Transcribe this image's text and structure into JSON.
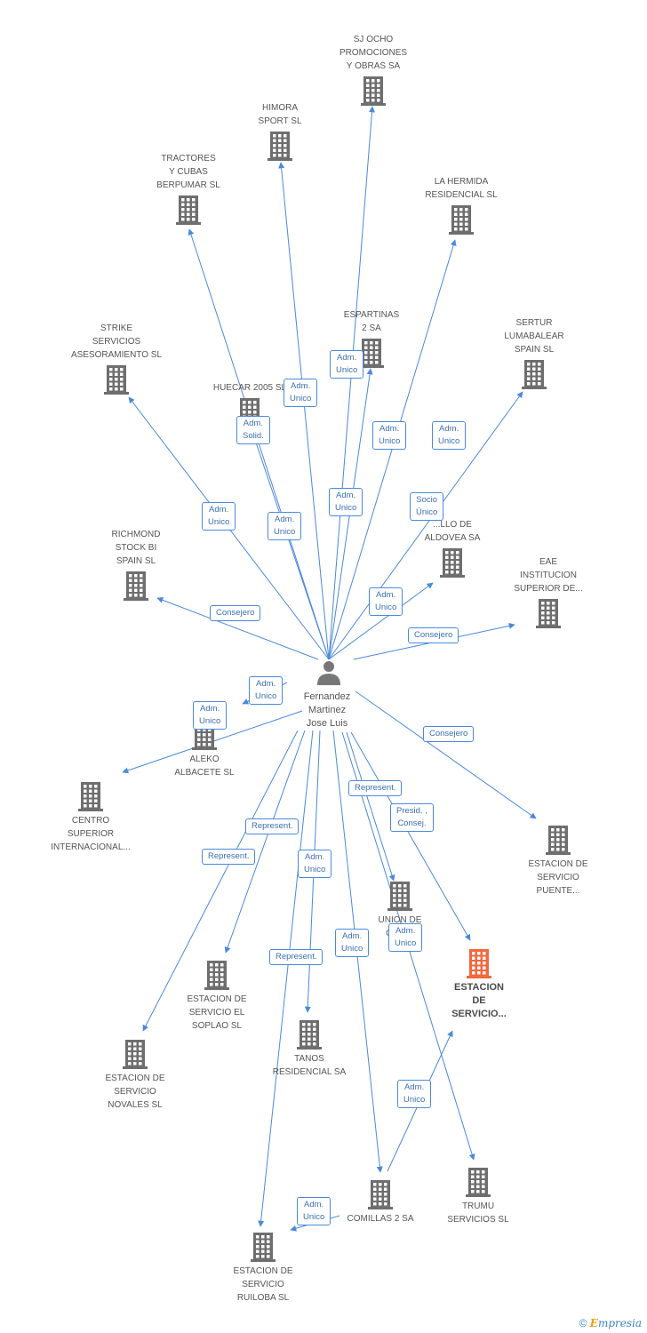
{
  "colors": {
    "edge": "#4a89dc",
    "building": "#6e6e6e",
    "highlight": "#f2683c",
    "person": "#777777"
  },
  "center": {
    "name": "Fernandez\nMartinez\nJose Luis",
    "icon": "person-icon"
  },
  "nodes": [
    {
      "id": "sj_ocho",
      "label": "SJ OCHO\nPROMOCIONES\nY OBRAS SA"
    },
    {
      "id": "himora",
      "label": "HIMORA\nSPORT  SL"
    },
    {
      "id": "tractores",
      "label": "TRACTORES\nY CUBAS\nBERPUMAR SL"
    },
    {
      "id": "la_hermida",
      "label": "LA HERMIDA\nRESIDENCIAL SL"
    },
    {
      "id": "espartinas",
      "label": "ESPARTINAS\n2 SA"
    },
    {
      "id": "sertur",
      "label": "SERTUR\nLUMABALEAR\nSPAIN SL"
    },
    {
      "id": "strike",
      "label": "STRIKE\nSERVICIOS\nASESORAMIENTO SL"
    },
    {
      "id": "huecar",
      "label": "HUECAR 2005 SL"
    },
    {
      "id": "castillo",
      "label": "...LLO DE\nALDOVEA SA"
    },
    {
      "id": "eae",
      "label": "EAE\nINSTITUCION\nSUPERIOR DE..."
    },
    {
      "id": "richmond",
      "label": "RICHMOND\nSTOCK BI\nSPAIN  SL"
    },
    {
      "id": "aleko",
      "label": "ALEKO\nALBACETE  SL"
    },
    {
      "id": "centro",
      "label": "CENTRO\nSUPERIOR\nINTERNACIONAL..."
    },
    {
      "id": "puente",
      "label": "ESTACION DE\nSERVICIO\nPUENTE..."
    },
    {
      "id": "union",
      "label": "UNION DE\nCOM..."
    },
    {
      "id": "estacion_main",
      "label": "ESTACION\nDE\nSERVICIO..."
    },
    {
      "id": "soplao",
      "label": "ESTACION DE\nSERVICIO EL\nSOPLAO SL"
    },
    {
      "id": "tanos",
      "label": "TANOS\nRESIDENCIAL SA"
    },
    {
      "id": "novales",
      "label": "ESTACION DE\nSERVICIO\nNOVALES SL"
    },
    {
      "id": "comillas",
      "label": "COMILLAS 2 SA"
    },
    {
      "id": "trumu",
      "label": "TRUMU\nSERVICIOS SL"
    },
    {
      "id": "ruiloba",
      "label": "ESTACION DE\nSERVICIO\nRUILOBA SL"
    }
  ],
  "edge_labels": [
    "Adm.\nUnico",
    "Adm.\nUnico",
    "Adm.\nSolid.",
    "Adm.\nUnico",
    "Adm.\nUnico",
    "Adm.\nUnico",
    "Adm.\nUnico",
    "Adm.\nUnico",
    "Socio\nÚnico",
    "Adm.\nUnico",
    "Consejero",
    "Adm.\nUnico",
    "Adm.\nUnico",
    "Consejero",
    "Represent.",
    "Presid. ,\nConsej.",
    "Represent.",
    "Adm.\nUnico",
    "Represent.",
    "Adm.\nUnico",
    "Adm.\nUnico",
    "Represent.",
    "Adm.\nUnico",
    "Adm.\nUnico",
    "Adm.\nUnico"
  ],
  "footer": {
    "copyright": "©",
    "brand_first": "E",
    "brand_rest": "mpresia"
  }
}
